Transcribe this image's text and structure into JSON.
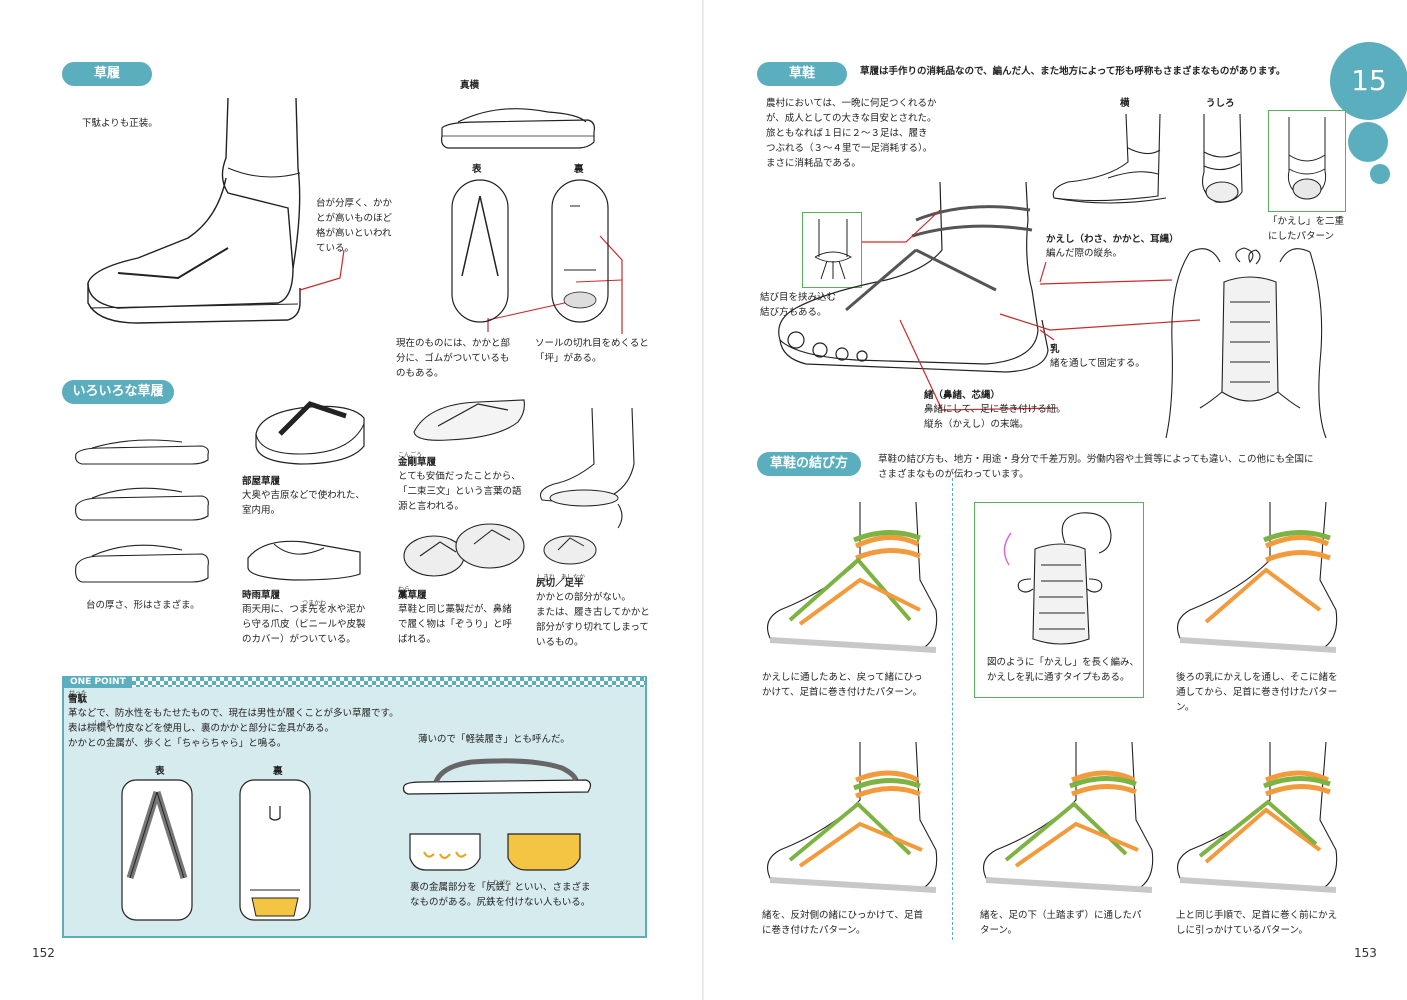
{
  "left": {
    "page_number": "152",
    "zouri_heading": "草履",
    "zouri_intro": "下駄よりも正装。",
    "callout_thick": [
      "台が分厚く、かか",
      "とが高いものほど",
      "格が高いといわれ",
      "ている。"
    ],
    "view_side": "真横",
    "view_front": "表",
    "view_back": "裏",
    "callout_rubber": [
      "現在のものには、かかと部",
      "分に、ゴムがついているも",
      "のもある。"
    ],
    "callout_tsubo": [
      "ソールの切れ目をめくると",
      "「坪」がある。"
    ],
    "variety_heading": "いろいろな草履",
    "variety_caption": "台の厚さ、形はさまざま。",
    "heya_title": "部屋草履",
    "heya_desc": [
      "大奥や吉原などで使われた、",
      "室内用。"
    ],
    "shigure_title": "時雨草履",
    "shigure_desc": [
      "雨天用に、つま先を水や泥か",
      "ら守る爪皮（ビニールや皮製",
      "のカバー）がついている。"
    ],
    "shigure_ruby": "つまかわ",
    "kongo_ruby": "こんごう",
    "kongo_title": "金剛草履",
    "kongo_desc": [
      "とても安価だったことから、",
      "「二束三文」という言葉の語",
      "源と言われる。"
    ],
    "wara_ruby": "わら",
    "wara_title": "藁草履",
    "wara_desc": [
      "草鞋と同じ藁製だが、鼻緒",
      "で履く物は「ぞうり」と呼",
      "ばれる。"
    ],
    "shikiri_ruby": "しきれ　あしなか",
    "shikiri_title": "尻切／足半",
    "shikiri_desc": [
      "かかとの部分がない。",
      "または、履き古してかかと",
      "部分がすり切れてしまって",
      "いるもの。"
    ],
    "onepoint": {
      "label": "ONE POINT",
      "ruby": "せった",
      "title": "雪駄",
      "lines": [
        "革などで、防水性をもたせたもので、現在は男性が履くことが多い草履です。",
        "表は棕櫚や竹皮などを使用し、裏のかかと部分に金具がある。",
        "かかとの金属が、歩くと「ちゃらちゃら」と鳴る。"
      ],
      "inline_ruby": "しゅろ",
      "front": "表",
      "back": "裏",
      "thin_note": "薄いので「軽装履き」とも呼んだ。",
      "metal_ruby": "しりがね",
      "metal_note": [
        "裏の金属部分を「尻鉄」といい、さまざま",
        "なものがある。尻鉄を付けない人もいる。"
      ]
    }
  },
  "right": {
    "page_number": "153",
    "chapter_number": "15",
    "waraji_heading": "草鞋",
    "waraji_lead": "草履は手作りの消耗品なので、編んだ人、また地方によって形も呼称もさまざまなものがあります。",
    "farm_text": [
      "農村においては、一晩に何足つくれるか",
      "が、成人としての大きな目安とされた。",
      "旅ともなれば１日に２〜３足は、履き",
      "つぶれる（３〜４里で一足消耗する）。",
      "まさに消耗品である。"
    ],
    "view_side": "横",
    "view_back": "うしろ",
    "double_kaeshi": [
      "「かえし」を二重",
      "にしたパターン"
    ],
    "knot_note": [
      "結び目を挟み込む",
      "結び方もある。"
    ],
    "kaeshi_title": "かえし（わさ、かかと、耳縄）",
    "kaeshi_desc": "編んだ際の縦糸。",
    "chi_title": "乳",
    "chi_desc": "緒を通して固定する。",
    "o_title": "緒（鼻緒、芯縄）",
    "o_desc": [
      "鼻緒にして、足に巻き付ける紐。",
      "縦糸（かえし）の末端。"
    ],
    "tie_heading": "草鞋の結び方",
    "tie_lead": [
      "草鞋の結び方も、地方・用途・身分で千差万別。労働内容や土質等によっても違い、この他にも全国に",
      "さまざまなものが伝わっています。"
    ],
    "captions": [
      [
        "かえしに通したあと、戻って緒にひっ",
        "かけて、足首に巻き付けたパターン。"
      ],
      [
        "図のように「かえし」を長く編み、",
        "かえしを乳に通すタイプもある。"
      ],
      [
        "後ろの乳にかえしを通し、そこに緒を",
        "通してから、足首に巻き付けたパター",
        "ン。"
      ],
      [
        "緒を、反対側の緒にひっかけて、足首",
        "に巻き付けたパターン。"
      ],
      [
        "緒を、足の下（土踏まず）に通したパ",
        "ターン。"
      ],
      [
        "上と同じ手順で、足首に巻く前にかえ",
        "しに引っかけているパターン。"
      ]
    ]
  },
  "colors": {
    "accent": "#5aaebd",
    "panel": "#d6ebee",
    "callout_line": "#cc2a2a",
    "rope_orange": "#f29a3c",
    "rope_green": "#7cb342",
    "rope_gray": "#c8c8c8",
    "box_green": "#5ab05a"
  }
}
